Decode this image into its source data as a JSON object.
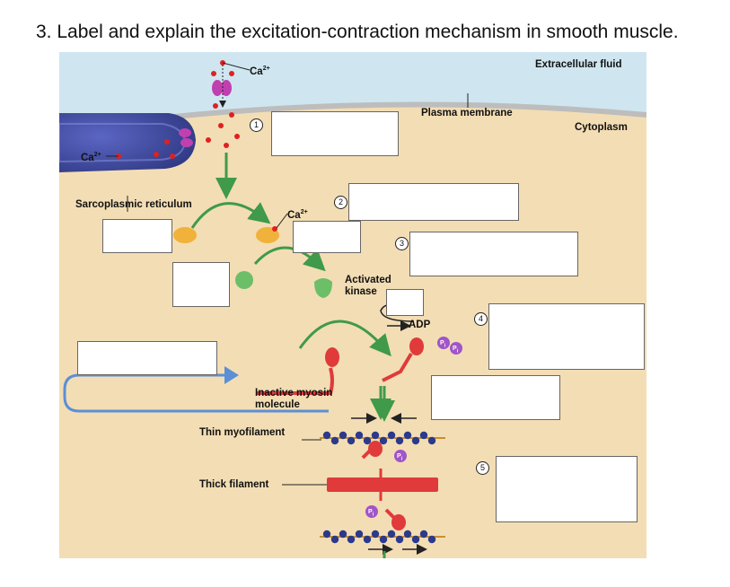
{
  "question": "3. Label and explain the excitation-contraction mechanism in smooth muscle.",
  "labels": {
    "extracellular": "Extracellular fluid",
    "plasma_membrane": "Plasma membrane",
    "cytoplasm": "Cytoplasm",
    "ca_top": "Ca",
    "ca_left": "Ca",
    "ca_step2": "Ca",
    "ion_charge": "2+",
    "sarcoplasmic_reticulum": "Sarcoplasmic reticulum",
    "activated_kinase_line1": "Activated",
    "activated_kinase_line2": "kinase",
    "adp": "ADP",
    "inactive_myosin_line1": "Inactive myosin",
    "inactive_myosin_line2": "molecule",
    "thin_myofilament": "Thin myofilament",
    "thick_filament": "Thick filament",
    "phosphate": "P",
    "phosphate_sub": "i"
  },
  "steps": [
    "1",
    "2",
    "3",
    "4",
    "5"
  ],
  "colors": {
    "extracellular": "#cfe6f0",
    "cytoplasm": "#f3ddb4",
    "membrane": "#bdbdbd",
    "sr": "#3f4aa0",
    "arrow_green": "#3f9a4a",
    "calmodulin": "#f0b23a",
    "kinase": "#6cbf68",
    "myosin": "#e03a3a",
    "thin_filament": "#2b3a8a",
    "blue_arrow": "#5b8fd6"
  }
}
